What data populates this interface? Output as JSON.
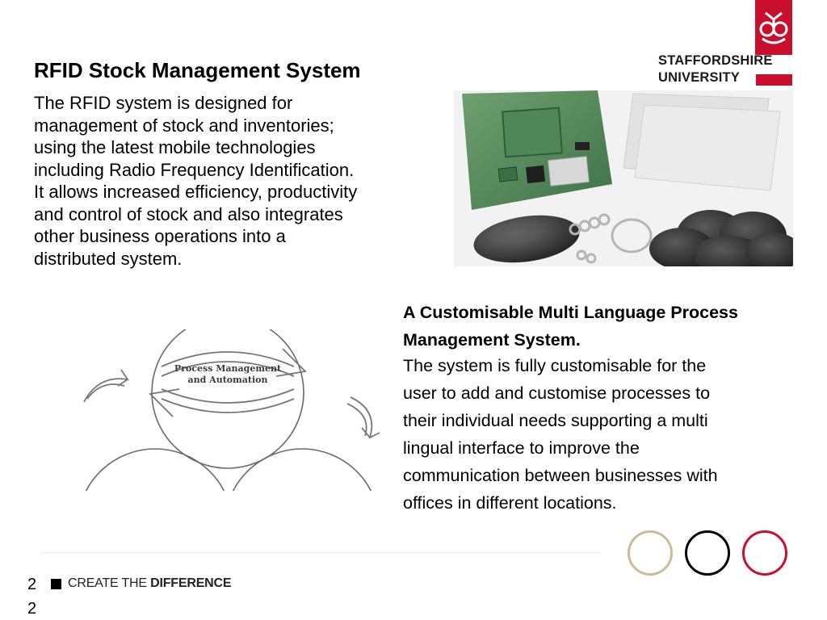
{
  "section1": {
    "title": "RFID Stock Management System",
    "paragraph_lines": [
      "The RFID system is designed for",
      "management of stock and inventories;",
      "using the latest mobile technologies",
      "including Radio Frequency Identification.",
      "It allows increased efficiency, productivity",
      "and control of stock and also integrates",
      "other business operations into a",
      "distributed system."
    ]
  },
  "section2": {
    "title_lines": [
      "A Customisable Multi Language Process",
      "Management System."
    ],
    "paragraph_lines": [
      "The system is fully customisable for the",
      "user to add and customise processes to",
      "their individual needs supporting a multi",
      "lingual interface to improve the",
      "communication between businesses with",
      "offices in different locations."
    ]
  },
  "logo": {
    "line1": "STAFFORDSHIRE",
    "line2": "UNIVERSITY",
    "icon": "knot-icon",
    "color": "#c8102e"
  },
  "diagram": {
    "label_line1": "Process Management",
    "label_line2": "and Automation"
  },
  "footer": {
    "page_number_1": "2",
    "page_number_2": "2",
    "tagline_regular": "CREATE THE ",
    "tagline_bold": "DIFFERENCE",
    "circles": [
      {
        "name": "gold",
        "color": "#c9bc9c"
      },
      {
        "name": "black",
        "color": "#000000"
      },
      {
        "name": "red",
        "color": "#c8102e"
      }
    ]
  }
}
